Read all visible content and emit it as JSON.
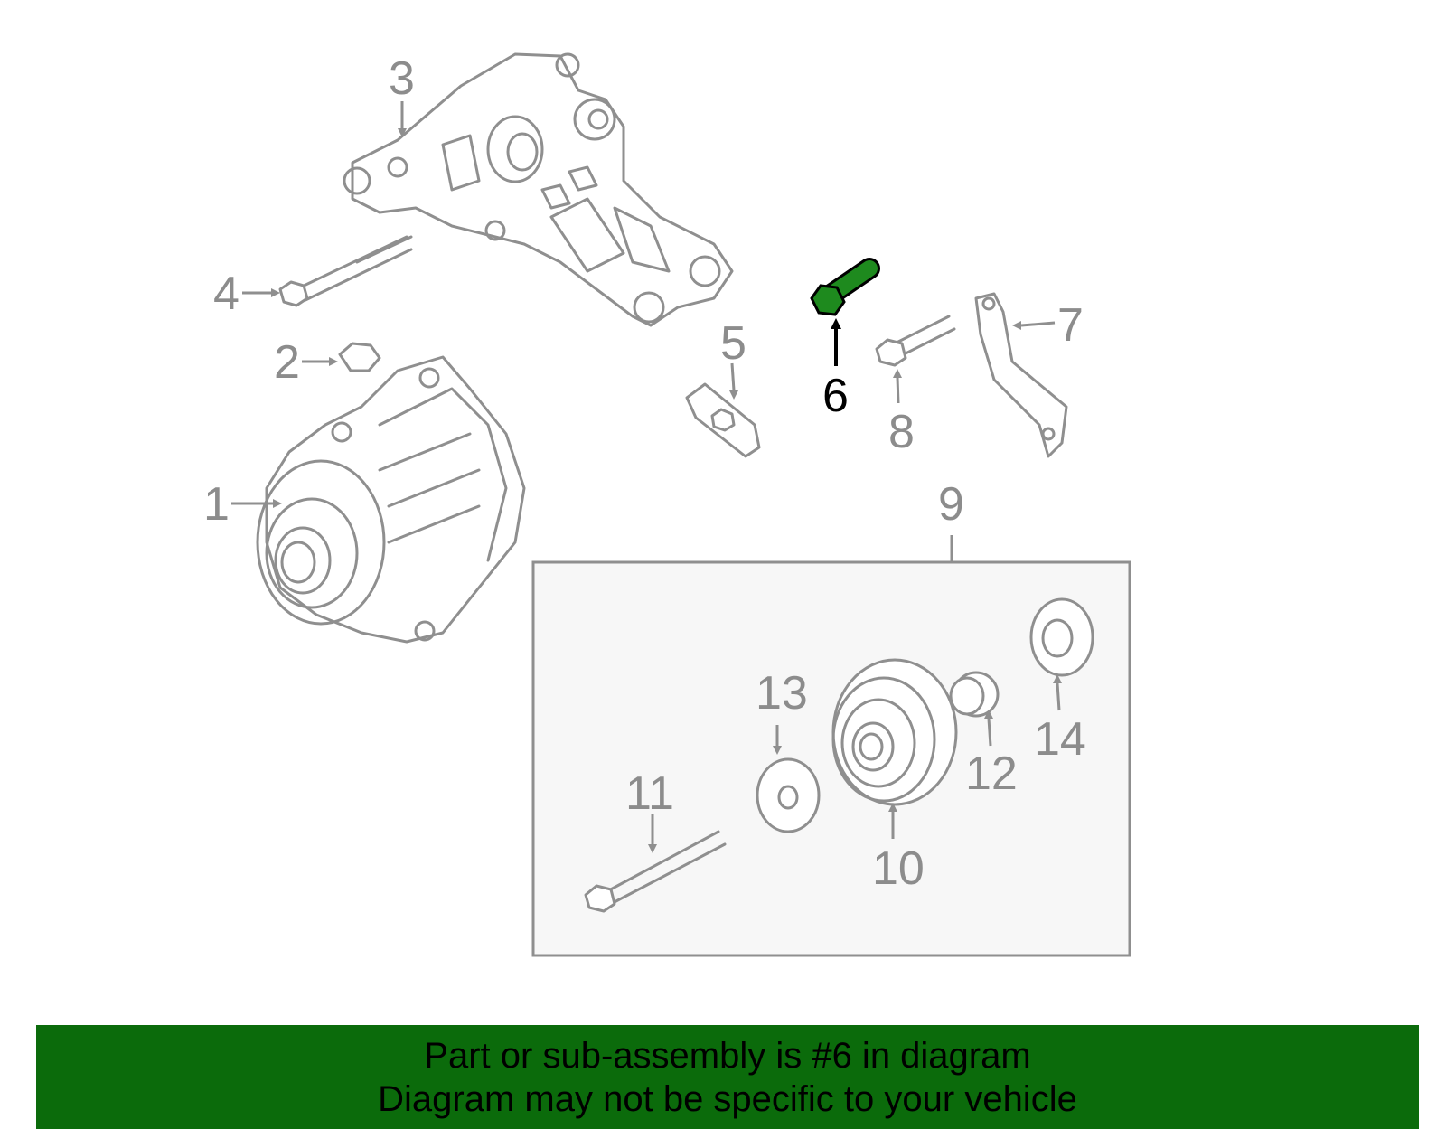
{
  "banner": {
    "line1": "Part or sub-assembly is #6 in diagram",
    "line2": "Diagram may not be specific to your vehicle",
    "background": "#0b6b0b"
  },
  "highlight_color": "#1e8a1e",
  "callouts": {
    "c1": "1",
    "c2": "2",
    "c3": "3",
    "c4": "4",
    "c5": "5",
    "c6": "6",
    "c7": "7",
    "c8": "8",
    "c9": "9",
    "c10": "10",
    "c11": "11",
    "c12": "12",
    "c13": "13",
    "c14": "14"
  },
  "highlighted_part": "6"
}
